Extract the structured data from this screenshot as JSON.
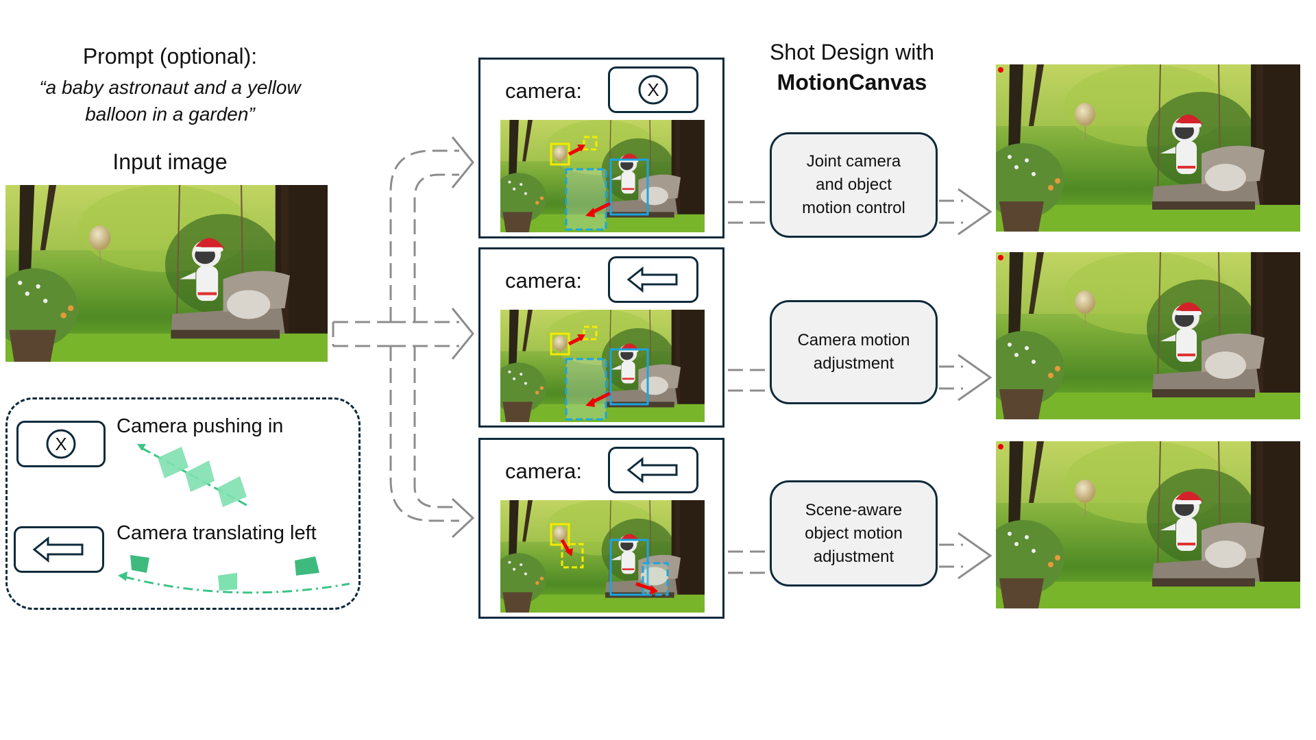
{
  "header": {
    "prompt_title": "Prompt (optional):",
    "prompt_line1": "“a baby astronaut and a yellow",
    "prompt_line2": "balloon in a garden”",
    "input_label": "Input image",
    "shot_title_line1": "Shot Design with",
    "shot_title_line2": "MotionCanvas"
  },
  "legend": {
    "items": [
      {
        "icon": "zoom-in-circle-x-icon",
        "label": "Camera pushing in"
      },
      {
        "icon": "left-arrow-icon",
        "label": "Camera translating left"
      }
    ]
  },
  "panels": [
    {
      "label": "camera:",
      "icon": "zoom-in-circle-x-icon",
      "icon_text": "X"
    },
    {
      "label": "camera:",
      "icon": "left-arrow-icon"
    },
    {
      "label": "camera:",
      "icon": "left-arrow-icon"
    }
  ],
  "stages": [
    {
      "line1": "Joint camera",
      "line2": "and object",
      "line3": "motion control"
    },
    {
      "line1": "Camera motion",
      "line2": "adjustment",
      "line3": ""
    },
    {
      "line1": "Scene-aware",
      "line2": "object motion",
      "line3": "adjustment"
    }
  ],
  "colors": {
    "frame": "#0d2a3a",
    "dashed_arrow": "#8c8c8c",
    "object_box_yellow": "#f5ea00",
    "object_box_blue": "#1aa6e0",
    "motion_arrow_red": "#ee0000",
    "camera_trajectory_green": "#3cc487",
    "stage_fill": "#f1f1f2"
  }
}
